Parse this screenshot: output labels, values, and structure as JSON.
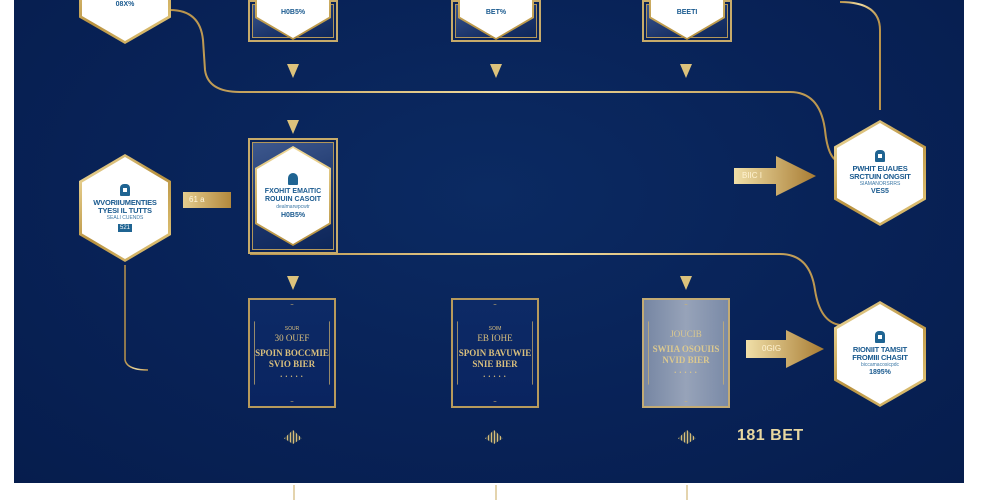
{
  "diagram": {
    "brand_label": "181 BET",
    "colors": {
      "background": "#082257",
      "gold": "#c9a95c",
      "hex_text": "#1a5a8f",
      "page": "#ffffff"
    },
    "top_row": [
      {
        "id": "top-left-hex",
        "line1": "",
        "line2": "",
        "line3": "08X%"
      },
      {
        "id": "top-card-1",
        "line3": "H0B5%"
      },
      {
        "id": "top-card-2",
        "line3": "BET%"
      },
      {
        "id": "top-card-3",
        "line3": "BEETI"
      }
    ],
    "left_hex": {
      "line1": "WVORIIUMENTIES",
      "line2": "TYESI IL TUTTS",
      "line3": "SEALI CUENDS",
      "badge": "521"
    },
    "left_tag": {
      "label": "61  a"
    },
    "center_card": {
      "line1": "FXOHIT EMAITIC",
      "line2": "ROUUIN CASOIT",
      "line3": "dealmarwpcwtr",
      "line4": "H0B5%"
    },
    "right_hex_top": {
      "line1": "PWHIT EUAUES",
      "line2": "SRCTUIN ONGSIT",
      "line3": "SIAMANORSRRS",
      "line4": "VES5"
    },
    "right_tag_top": {
      "label": "BIIC I"
    },
    "right_hex_bottom": {
      "line1": "RIONIIT TAMSIT",
      "line2": "FROMIII CHASIT",
      "line3": "biccamacosicpdc",
      "line4": "1895%"
    },
    "right_tag_bottom": {
      "label": "0GIG"
    },
    "bottom_cards": [
      {
        "line1": "SOUR",
        "line2": "30 OUEF",
        "line3": "SPOIN BOCCMIE",
        "line4": "SVIO BIER",
        "line5": "• • • • •",
        "silver": false
      },
      {
        "line1": "SOIM",
        "line2": "EB IOHE",
        "line3": "SPOIN BAVUWIE",
        "line4": "SNIE BIER",
        "line5": "• • • • •",
        "silver": false
      },
      {
        "line1": "JOUCIB",
        "line2": "",
        "line3": "SWIIA OSOUIIS",
        "line4": "NVID BIER",
        "line5": "• • • • •",
        "silver": true
      }
    ]
  }
}
